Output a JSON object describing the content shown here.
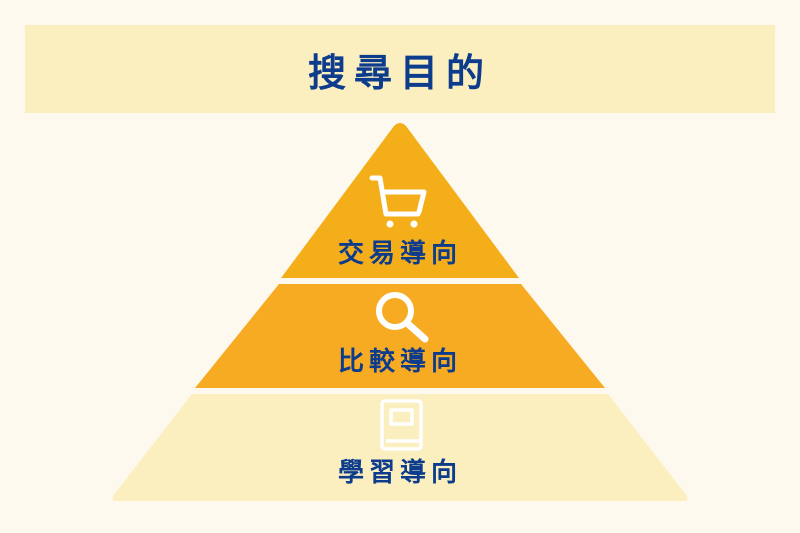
{
  "title": "搜尋目的",
  "colors": {
    "background": "#fdf9ef",
    "banner": "#fcefbf",
    "text": "#0d3c8c",
    "tier_top": "#f4ae1a",
    "tier_middle": "#f7ab22",
    "tier_bottom": "#fcefbf",
    "icon_white": "#ffffff"
  },
  "tiers": [
    {
      "label": "交易導向",
      "icon": "shopping-cart-icon"
    },
    {
      "label": "比較導向",
      "icon": "magnifier-icon"
    },
    {
      "label": "學習導向",
      "icon": "book-icon"
    }
  ]
}
